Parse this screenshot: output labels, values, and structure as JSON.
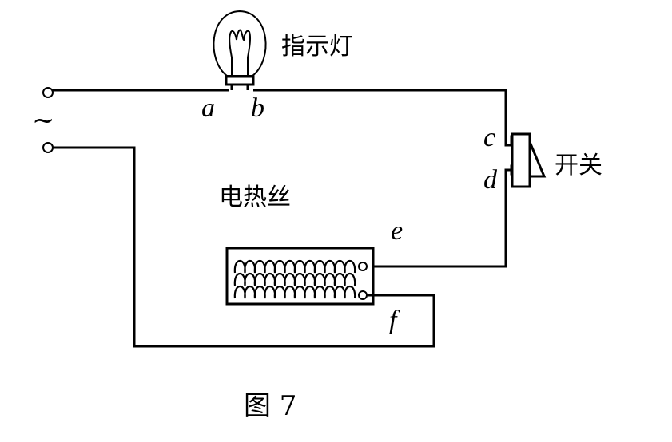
{
  "labels": {
    "lamp": "指示灯",
    "switch": "开关",
    "heater": "电热丝",
    "source": "~",
    "a": "a",
    "b": "b",
    "c": "c",
    "d": "d",
    "e": "e",
    "f": "f"
  },
  "caption": "图 7"
}
